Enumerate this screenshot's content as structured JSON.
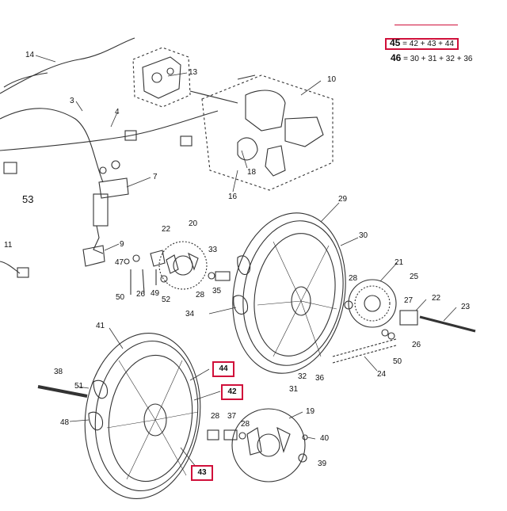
{
  "formulas": {
    "f45_lhs": "45",
    "f45_rhs": "= 42 + 43 + 44",
    "f46_lhs": "46",
    "f46_rhs": "= 30 + 31 + 32 + 36"
  },
  "highlighted": {
    "l44": "44",
    "l42": "42",
    "l43": "43"
  },
  "labels": {
    "l14": "14",
    "l13": "13",
    "l3": "3",
    "l4": "4",
    "l10": "10",
    "l18": "18",
    "l16": "16",
    "l7": "7",
    "l53": "53",
    "l11": "11",
    "l9": "9",
    "l22a": "22",
    "l20": "20",
    "l47": "47",
    "l33": "33",
    "l35": "35",
    "l50a": "50",
    "l26a": "26",
    "l49": "49",
    "l52": "52",
    "l28a": "28",
    "l34": "34",
    "l29": "29",
    "l30": "30",
    "l21": "21",
    "l25": "25",
    "l28b": "28",
    "l27": "27",
    "l22b": "22",
    "l23": "23",
    "l26b": "26",
    "l50b": "50",
    "l24": "24",
    "l41": "41",
    "l38": "38",
    "l51": "51",
    "l48": "48",
    "l32": "32",
    "l31": "31",
    "l36": "36",
    "l19": "19",
    "l28c": "28",
    "l37": "37",
    "l28d": "28",
    "l40": "40",
    "l39": "39"
  },
  "colors": {
    "highlight": "#d0103a",
    "line": "#222222"
  }
}
